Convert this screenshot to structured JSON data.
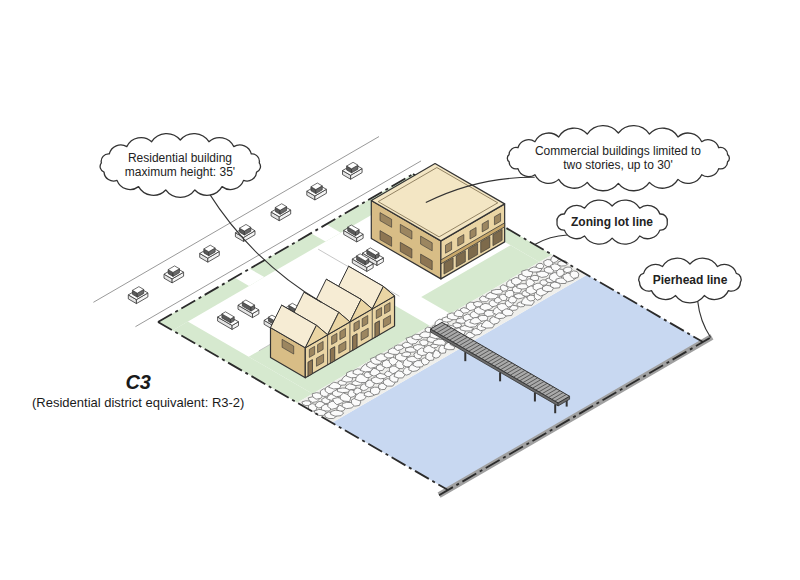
{
  "diagram": {
    "nodes": [
      {
        "text": [
          "Residential building maximum height: 35'"
        ]
      },
      {
        "text": [
          "Commercial buildings limited to two stories, up to 30'"
        ]
      },
      {
        "text": [
          "Zoning lot line"
        ]
      },
      {
        "text": [
          "Pierhead line"
        ]
      }
    ],
    "labels": [
      "C3",
      "(Residential district equivalent: R3-2)"
    ]
  }
}
